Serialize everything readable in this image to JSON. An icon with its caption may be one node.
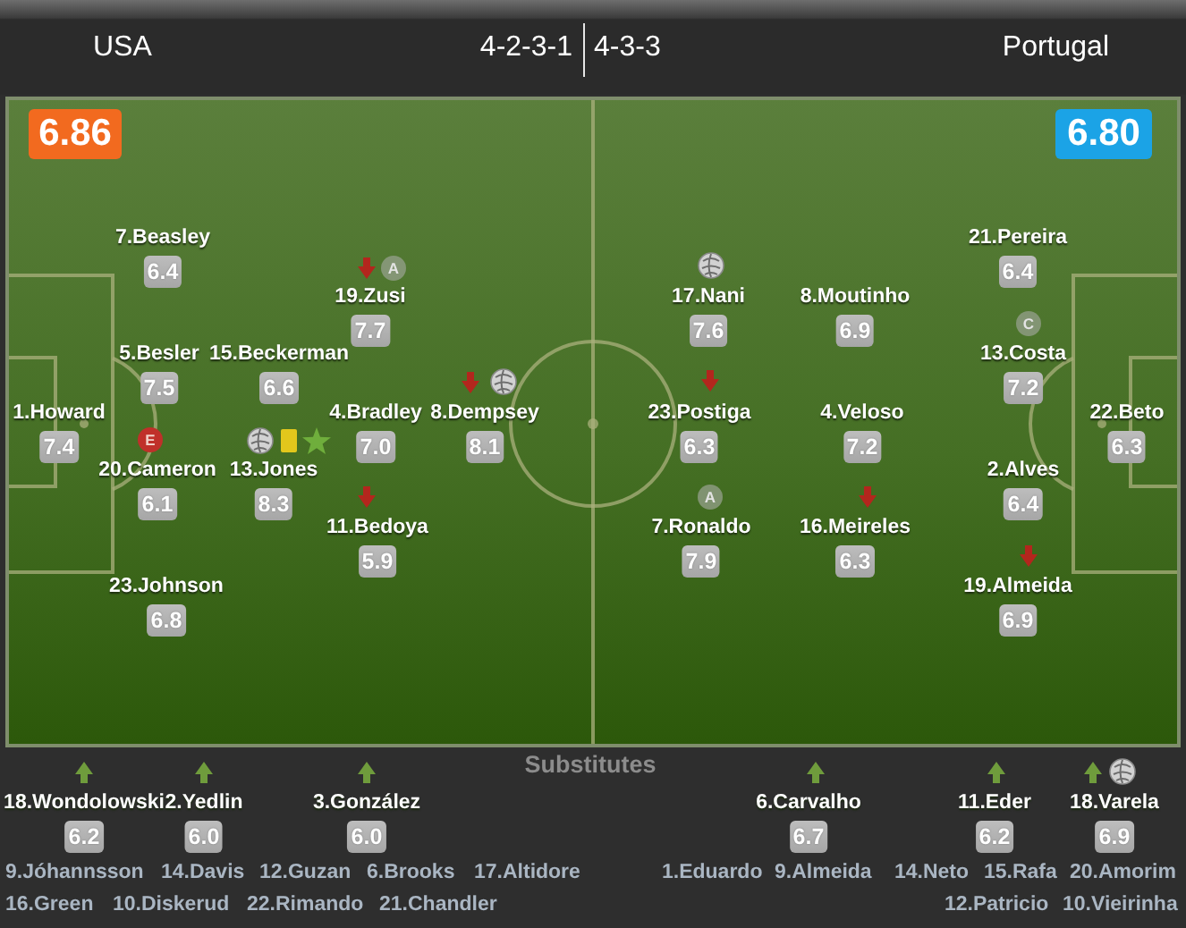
{
  "diagram": {
    "nodes": [
      {
        "text": [
          "6.86"
        ]
      },
      {
        "text": [
          "6.80"
        ]
      },
      {
        "text": [
          "7.Beasley",
          "6.4"
        ]
      },
      {
        "text": [
          "21.Pereira",
          "6.4"
        ]
      },
      {
        "text": [
          "19.Zusi",
          "7.7"
        ],
        "beside": [
          "A"
        ]
      },
      {
        "text": [
          "17.Nani",
          "7.6"
        ]
      },
      {
        "text": [
          "8.Moutinho",
          "6.9"
        ]
      },
      {
        "text": [
          "5.Besler",
          "7.5"
        ]
      },
      {
        "text": [
          "15.Beckerman",
          "6.6"
        ]
      },
      {
        "text": [
          "13.Costa",
          "7.2"
        ],
        "beside": [
          "C"
        ]
      },
      {
        "text": [
          "1.Howard",
          "7.4"
        ]
      },
      {
        "text": [
          "4.Bradley",
          "7.0"
        ]
      },
      {
        "text": [
          "8.Dempsey",
          "8.1"
        ]
      },
      {
        "text": [
          "23.Postiga",
          "6.3"
        ]
      },
      {
        "text": [
          "4.Veloso",
          "7.2"
        ]
      },
      {
        "text": [
          "22.Beto",
          "6.3"
        ]
      },
      {
        "text": [
          "20.Cameron",
          "6.1"
        ],
        "beside": [
          "E"
        ]
      },
      {
        "text": [
          "13.Jones",
          "8.3"
        ]
      },
      {
        "text": [
          "2.Alves",
          "6.4"
        ]
      },
      {
        "text": [
          "11.Bedoya",
          "5.9"
        ]
      },
      {
        "text": [
          "7.Ronaldo",
          "7.9"
        ],
        "beside": [
          "A"
        ]
      },
      {
        "text": [
          "16.Meireles",
          "6.3"
        ]
      },
      {
        "text": [
          "23.Johnson",
          "6.8"
        ]
      },
      {
        "text": [
          "19.Almeida",
          "6.9"
        ]
      },
      {
        "text": [
          "18.Wondolowski",
          "6.2"
        ]
      },
      {
        "text": [
          "2.Yedlin",
          "6.0"
        ]
      },
      {
        "text": [
          "3.González",
          "6.0"
        ]
      },
      {
        "text": [
          "6.Carvalho",
          "6.7"
        ]
      },
      {
        "text": [
          "11.Eder",
          "6.2"
        ]
      },
      {
        "text": [
          "18.Varela",
          "6.9"
        ]
      }
    ],
    "labels": [
      "USA",
      "4-2-3-1",
      "4-3-3",
      "Portugal",
      "Substitutes",
      "9.Jóhannsson",
      "14.Davis",
      "12.Guzan",
      "6.Brooks",
      "17.Altidore",
      "1.Eduardo",
      "9.Almeida",
      "14.Neto",
      "15.Rafa",
      "20.Amorim",
      "16.Green",
      "10.Diskerud",
      "22.Rimando",
      "21.Chandler",
      "12.Patricio",
      "10.Vieirinha"
    ]
  }
}
